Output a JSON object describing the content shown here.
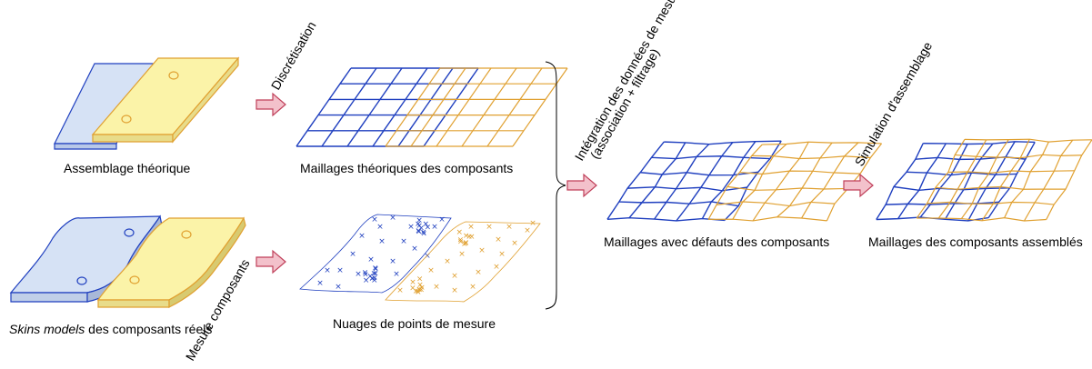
{
  "labels": {
    "theoretical_assembly": "Assemblage théorique",
    "theoretical_meshes": "Maillages théoriques des composants",
    "skin_models_italic": "Skins models",
    "skin_models_rest": " des composants réels",
    "point_clouds": "Nuages de points de mesure",
    "meshes_with_defects": "Maillages avec défauts des composants",
    "assembled_meshes": "Maillages des composants assemblés"
  },
  "steps": {
    "discretisation": "Discrétisation",
    "measurement": "Mesure composants",
    "integration_line1": "Intégration des données de mesure",
    "integration_line2": "(association + filtrage)",
    "assembly_simulation": "Simulation d'assemblage"
  },
  "colors": {
    "blue": "#1f3fbf",
    "blue_fill": "#d6e2f5",
    "orange": "#e0a030",
    "yellow_fill": "#fbf3a8",
    "arrow_fill": "#f3c1cb",
    "arrow_stroke": "#c0405a"
  }
}
